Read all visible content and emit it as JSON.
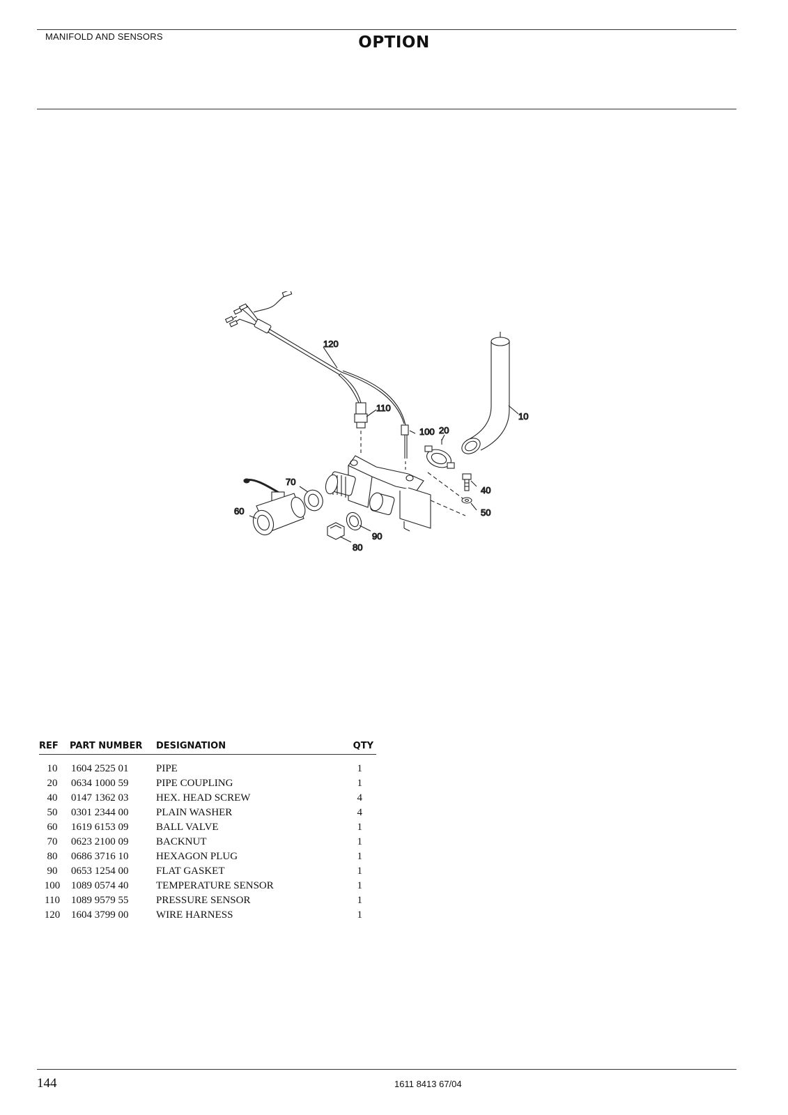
{
  "header": {
    "section_title": "MANIFOLD AND SENSORS",
    "page_heading": "OPTION"
  },
  "figure": {
    "callouts": [
      "120",
      "110",
      "100",
      "20",
      "10",
      "70",
      "60",
      "40",
      "50",
      "90",
      "80"
    ]
  },
  "parts_table": {
    "columns": [
      "REF",
      "PART NUMBER",
      "DESIGNATION",
      "QTY"
    ],
    "rows": [
      {
        "ref": "10",
        "part_number": "1604 2525 01",
        "designation": "PIPE",
        "qty": "1"
      },
      {
        "ref": "20",
        "part_number": "0634 1000 59",
        "designation": "PIPE COUPLING",
        "qty": "1"
      },
      {
        "ref": "40",
        "part_number": "0147 1362 03",
        "designation": "HEX. HEAD SCREW",
        "qty": "4"
      },
      {
        "ref": "50",
        "part_number": "0301 2344 00",
        "designation": "PLAIN WASHER",
        "qty": "4"
      },
      {
        "ref": "60",
        "part_number": "1619 6153 09",
        "designation": "BALL VALVE",
        "qty": "1"
      },
      {
        "ref": "70",
        "part_number": "0623 2100 09",
        "designation": "BACKNUT",
        "qty": "1"
      },
      {
        "ref": "80",
        "part_number": "0686 3716 10",
        "designation": "HEXAGON PLUG",
        "qty": "1"
      },
      {
        "ref": "90",
        "part_number": "0653 1254 00",
        "designation": "FLAT GASKET",
        "qty": "1"
      },
      {
        "ref": "100",
        "part_number": "1089 0574 40",
        "designation": "TEMPERATURE SENSOR",
        "qty": "1"
      },
      {
        "ref": "110",
        "part_number": "1089 9579 55",
        "designation": "PRESSURE SENSOR",
        "qty": "1"
      },
      {
        "ref": "120",
        "part_number": "1604 3799 00",
        "designation": "WIRE HARNESS",
        "qty": "1"
      }
    ]
  },
  "footer": {
    "page_number": "144",
    "document_number": "1611 8413 67/04"
  }
}
